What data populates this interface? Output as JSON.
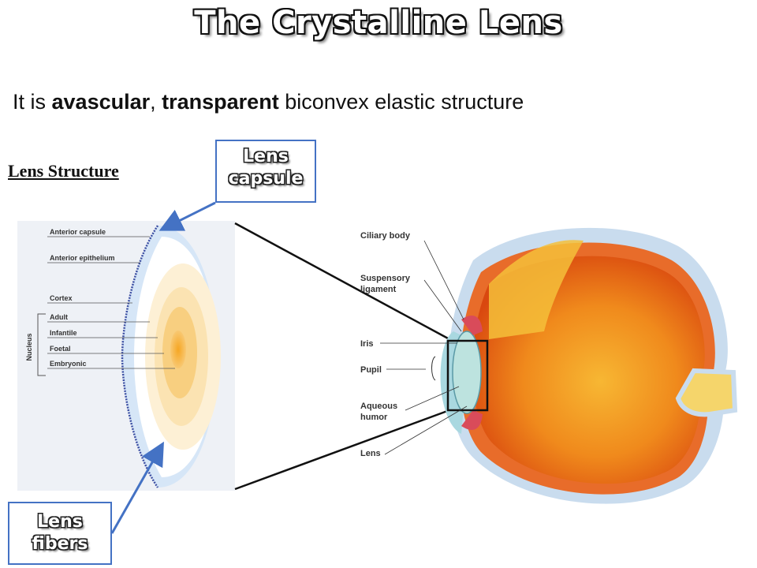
{
  "slide": {
    "title": "The Crystalline Lens",
    "subtitle": {
      "part1": "It is ",
      "bold1": "avascular",
      "part2": ", ",
      "bold2": "transparent",
      "part3": " biconvex elastic structure"
    },
    "section_heading": "Lens Structure",
    "callouts": {
      "capsule": [
        "Lens",
        "capsule"
      ],
      "fibers": [
        "Lens",
        "fibers"
      ]
    }
  },
  "lens_diagram": {
    "labels": [
      "Anterior capsule",
      "Anterior epithelium",
      "Cortex",
      "Adult",
      "Infantile",
      "Foetal",
      "Embryonic"
    ],
    "group_label": "Nucleus"
  },
  "eye_diagram": {
    "labels": [
      "Ciliary body",
      "Suspensory ligament",
      "Iris",
      "Pupil",
      "Aqueous humor",
      "Lens"
    ],
    "suspensory_lines": [
      "Suspensory",
      "ligament"
    ],
    "aqueous_lines": [
      "Aqueous",
      "humor"
    ]
  },
  "colors": {
    "callout_border": "#4472c4",
    "arrow": "#4472c4",
    "lens_bg": "#eef1f6"
  }
}
